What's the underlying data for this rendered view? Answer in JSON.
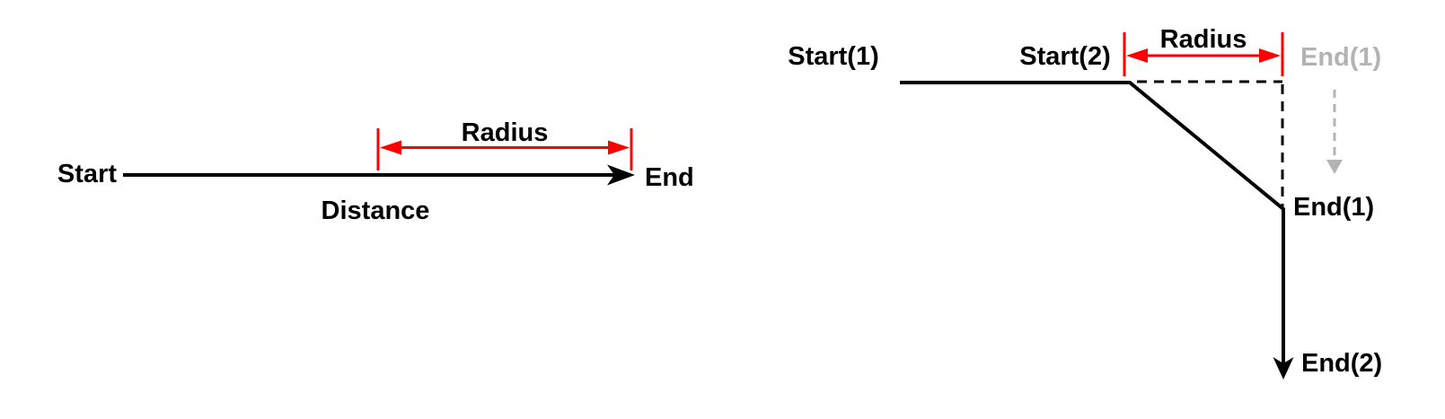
{
  "diagram": {
    "background_color": "#ffffff",
    "line_color": "#000000",
    "accent_color": "#ff0000",
    "ghost_color": "#b3b3b3",
    "left": {
      "start_label": "Start",
      "end_label": "End",
      "radius_label": "Radius",
      "distance_label": "Distance"
    },
    "right": {
      "start1_label": "Start(1)",
      "start2_label": "Start(2)",
      "radius_label": "Radius",
      "end1_ghost_label": "End(1)",
      "end1_label": "End(1)",
      "end2_label": "End(2)"
    }
  }
}
